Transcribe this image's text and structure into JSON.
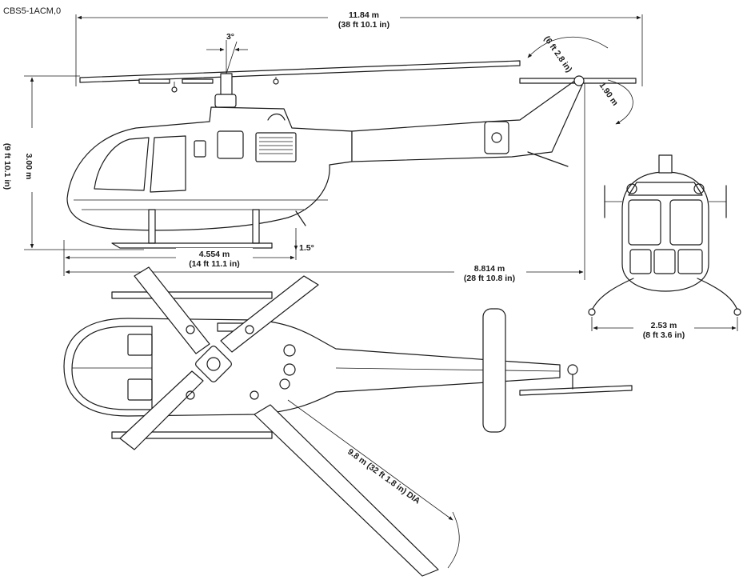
{
  "drawing_code": "CBS5-1ACM,0",
  "dimensions": {
    "overall_length": {
      "metric": "11.84 m",
      "imperial": "(38 ft 10.1 in)"
    },
    "height": {
      "metric": "3.00 m",
      "imperial": "(9 ft 10.1 in)"
    },
    "skid_length": {
      "metric": "4.554 m",
      "imperial": "(14 ft 11.1 in)"
    },
    "fuselage_length": {
      "metric": "8.814 m",
      "imperial": "(28 ft 10.8 in)"
    },
    "tail_rotor_diameter_metric": "1.90 m",
    "tail_rotor_diameter_imperial": "(6 ft 2.8 in)",
    "skid_width": {
      "metric": "2.53 m",
      "imperial": "(8 ft 3.6 in)"
    },
    "main_rotor_diameter": "9.8 m (32 ft 1.8 in) DIA",
    "rotor_tilt_angle": "3°",
    "skid_angle": "1.5°"
  }
}
